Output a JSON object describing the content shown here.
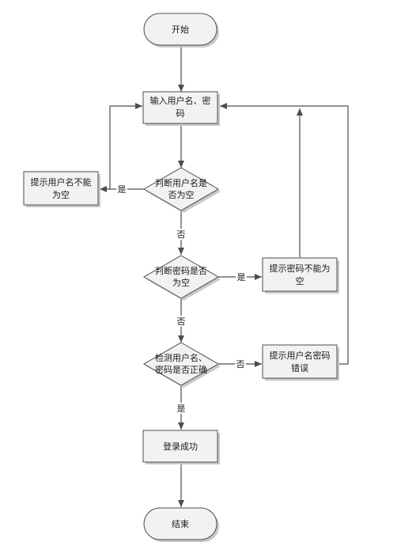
{
  "nodes": {
    "start": {
      "lines": [
        "开始"
      ]
    },
    "input": {
      "lines": [
        "输入用户名、密",
        "码"
      ]
    },
    "check_username": {
      "lines": [
        "判断用户名是",
        "否为空"
      ]
    },
    "username_empty_msg": {
      "lines": [
        "提示用户名不能",
        "为空"
      ]
    },
    "check_password": {
      "lines": [
        "判断密码是否",
        "为空"
      ]
    },
    "password_empty_msg": {
      "lines": [
        "提示密码不能为",
        "空"
      ]
    },
    "verify": {
      "lines": [
        "检测用户名、",
        "密码是否正确"
      ]
    },
    "wrong_msg": {
      "lines": [
        "提示用户名密码",
        "错误"
      ]
    },
    "success": {
      "lines": [
        "登录成功"
      ]
    },
    "end": {
      "lines": [
        "结束"
      ]
    }
  },
  "edge_labels": {
    "username_yes": "是",
    "username_no": "否",
    "password_yes": "是",
    "password_no": "否",
    "verify_no": "否",
    "verify_yes": "是"
  }
}
